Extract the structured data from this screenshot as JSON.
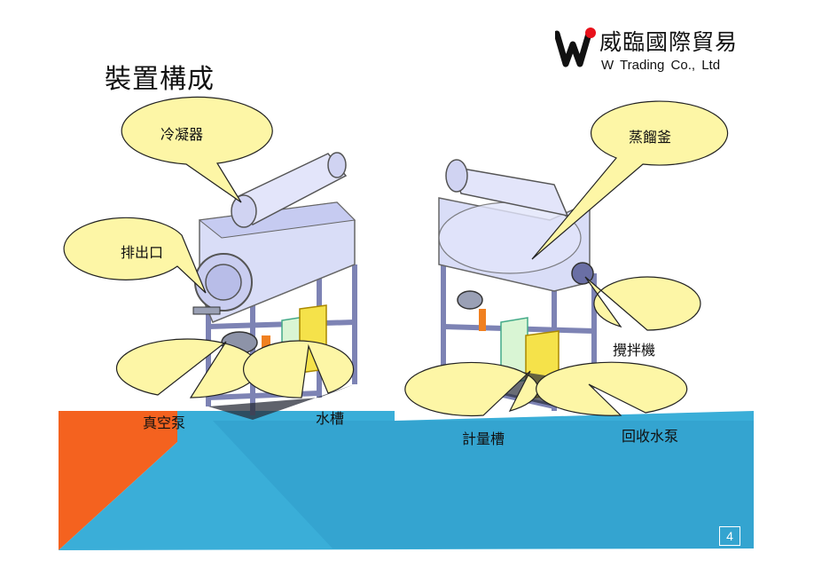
{
  "slide": {
    "title": "裝置構成",
    "page_number": "4"
  },
  "logo": {
    "company_cn": "威臨國際貿易",
    "company_en": "W   Trading Co., Ltd",
    "brand_red": "#e8111b",
    "brand_dark": "#111111"
  },
  "callouts": {
    "condenser": "冷凝器",
    "outlet": "排出口",
    "vacuum_pump": "真空泵",
    "water_tank": "水槽",
    "distiller": "蒸餾釜",
    "agitator": "攪拌機",
    "metering_tank": "計量槽",
    "recovery_pump": "回收水泵"
  },
  "colors": {
    "callout_fill": "#fdf6a6",
    "callout_stroke": "#222222",
    "band_blue": "#3aaed8",
    "band_orange": "#f4621f",
    "frame": "#9a9fc9"
  }
}
